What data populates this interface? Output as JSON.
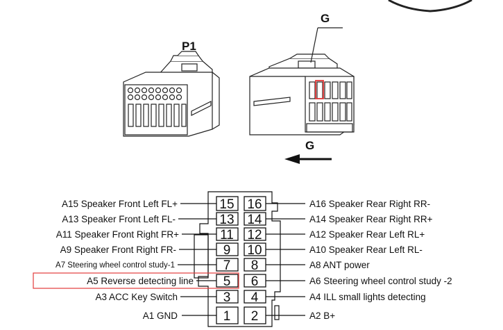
{
  "connector_title": "P1",
  "g_label_top": "G",
  "g_label_arrow": "G",
  "pins": {
    "p15": "15",
    "p16": "16",
    "p13": "13",
    "p14": "14",
    "p11": "11",
    "p12": "12",
    "p9": "9",
    "p10": "10",
    "p7": "7",
    "p8": "8",
    "p5": "5",
    "p6": "6",
    "p3": "3",
    "p4": "4",
    "p1": "1",
    "p2": "2"
  },
  "left_labels": {
    "a15": "A15  Speaker Front Left FL+",
    "a13": "A13  Speaker Front Left FL-",
    "a11": "A11  Speaker Front Right FR+",
    "a9": "A9     Speaker Front Right FR-",
    "a7": "A7   Steering wheel control study-1",
    "a5": "A5    Reverse detecting line",
    "a3": "A3 ACC Key Switch",
    "a1": "A1 GND"
  },
  "right_labels": {
    "a16": "A16 Speaker Rear Right RR-",
    "a14": "A14 Speaker Rear Right RR+",
    "a12": "A12 Speaker Rear Left RL+",
    "a10": "A10 Speaker Rear Left RL-",
    "a8": "A8   ANT power",
    "a6": "A6   Steering wheel control study -2",
    "a4": "A4   ILL small lights detecting",
    "a2": "A2   B+"
  },
  "colors": {
    "highlight": "#e33b3b",
    "line": "#111111"
  }
}
